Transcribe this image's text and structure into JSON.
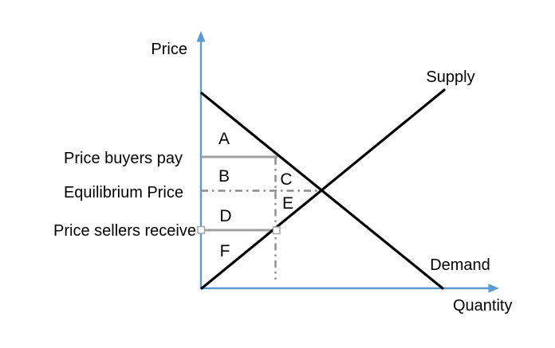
{
  "diagram": {
    "axes": {
      "y_label": "Price",
      "x_label": "Quantity"
    },
    "curves": {
      "supply_label": "Supply",
      "demand_label": "Demand"
    },
    "price_lines": {
      "buyers_pay_label": "Price buyers pay",
      "equilibrium_label": "Equilibrium Price",
      "sellers_receive_label": "Price sellers receive"
    },
    "regions": {
      "a": "A",
      "b": "B",
      "c": "C",
      "d": "D",
      "e": "E",
      "f": "F"
    },
    "colors": {
      "axis": "#5B9BD5",
      "curve": "#000000",
      "guide_solid": "#A0A0A0",
      "guide_dashdot": "#8C8C8C",
      "background": "#FFFFFF"
    }
  }
}
